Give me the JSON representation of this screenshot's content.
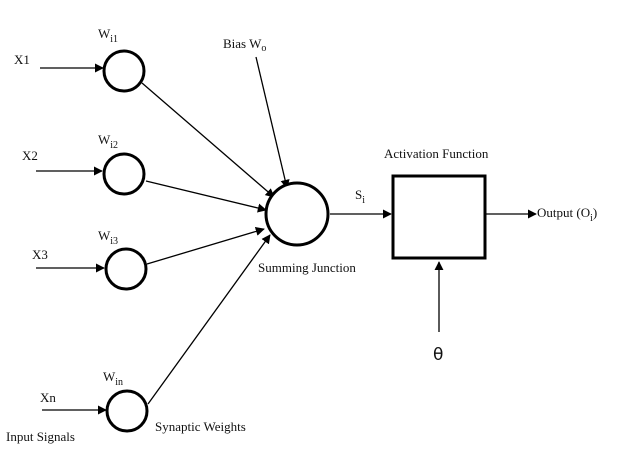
{
  "inputs": [
    {
      "label": "X1",
      "weight_base": "W",
      "weight_sub": "i1"
    },
    {
      "label": "X2",
      "weight_base": "W",
      "weight_sub": "i2"
    },
    {
      "label": "X3",
      "weight_base": "W",
      "weight_sub": "i3"
    },
    {
      "label": "Xn",
      "weight_base": "W",
      "weight_sub": "in"
    }
  ],
  "bias": {
    "base": "Bias W",
    "sub": "o"
  },
  "summing_junction": "Summing Junction",
  "sum_signal": {
    "base": "S",
    "sub": "i"
  },
  "activation": "Activation Function",
  "threshold": "θ",
  "output": {
    "base": "Output (O",
    "sub": "i",
    "end": ")"
  },
  "input_signals": "Input Signals",
  "synaptic_weights": "Synaptic Weights"
}
